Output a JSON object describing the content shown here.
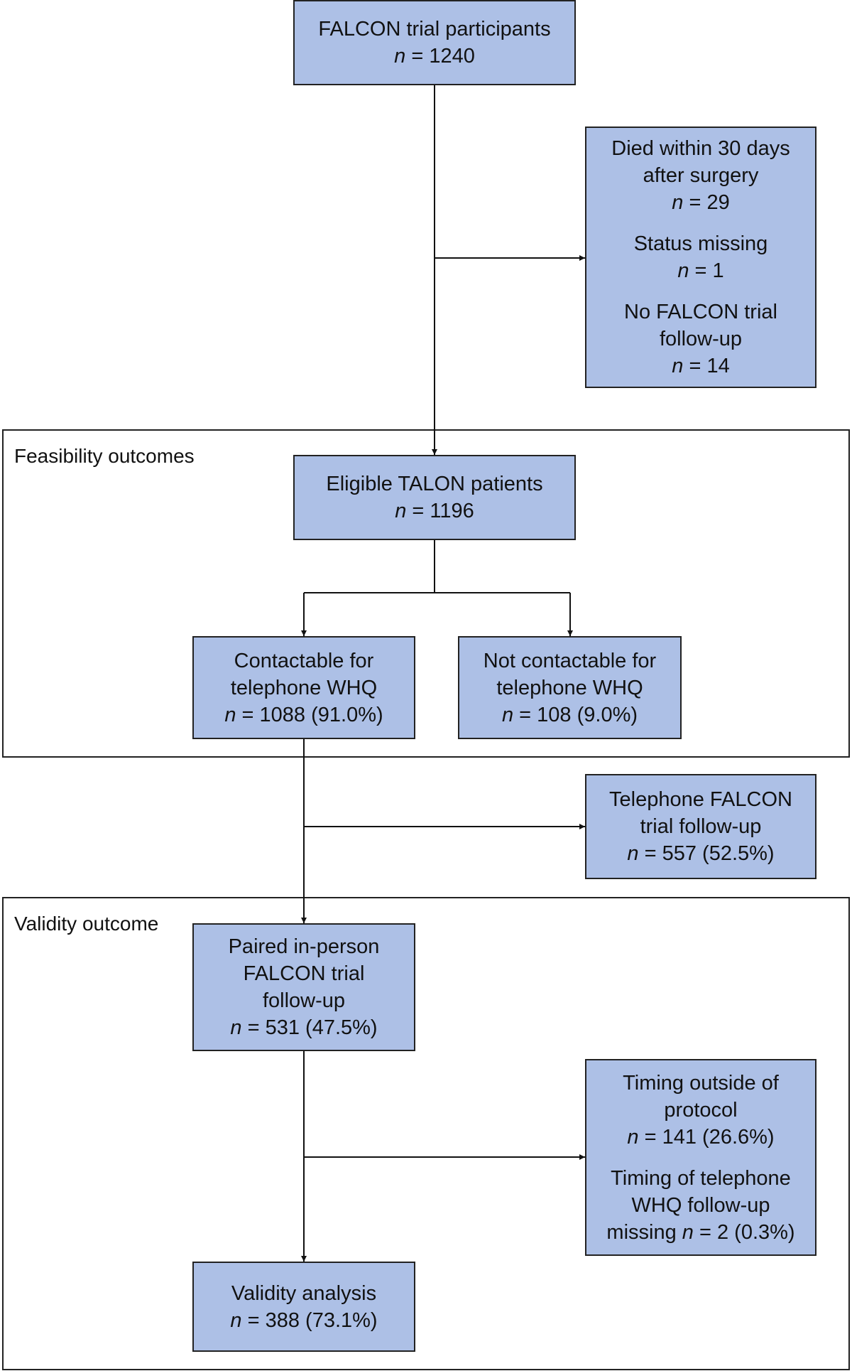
{
  "sections": {
    "feasibility": "Feasibility outcomes",
    "validity": "Validity outcome"
  },
  "boxes": {
    "falcon": {
      "lines": [
        "FALCON trial participants"
      ],
      "n": "1240"
    },
    "excluded": {
      "groups": [
        {
          "lines": [
            "Died within 30 days",
            "after surgery"
          ],
          "n": "29"
        },
        {
          "lines": [
            "Status missing"
          ],
          "n": "1"
        },
        {
          "lines": [
            "No FALCON trial",
            "follow-up"
          ],
          "n": "14"
        }
      ]
    },
    "eligible": {
      "lines": [
        "Eligible TALON patients"
      ],
      "n": "1196"
    },
    "contactable": {
      "lines": [
        "Contactable for",
        "telephone WHQ"
      ],
      "n": "1088 (91.0%)"
    },
    "not_contactable": {
      "lines": [
        "Not contactable for",
        "telephone WHQ"
      ],
      "n": "108 (9.0%)"
    },
    "telephone_followup": {
      "lines": [
        "Telephone FALCON",
        "trial follow-up"
      ],
      "n": "557 (52.5%)"
    },
    "paired": {
      "lines": [
        "Paired in-person",
        "FALCON trial",
        "follow-up"
      ],
      "n": "531 (47.5%)"
    },
    "timing": {
      "g1_lines": [
        "Timing outside of",
        "protocol"
      ],
      "g1_n": "141 (26.6%)",
      "g2_lines": [
        "Timing of telephone",
        "WHQ follow-up"
      ],
      "g2_prefix": "missing",
      "g2_n": "2 (0.3%)"
    },
    "validity_analysis": {
      "lines": [
        "Validity analysis"
      ],
      "n": "388 (73.1%)"
    }
  },
  "n_symbol": "n",
  "eq_symbol": " = ",
  "colors": {
    "box_fill": "#adc0e6",
    "border": "#222222"
  }
}
